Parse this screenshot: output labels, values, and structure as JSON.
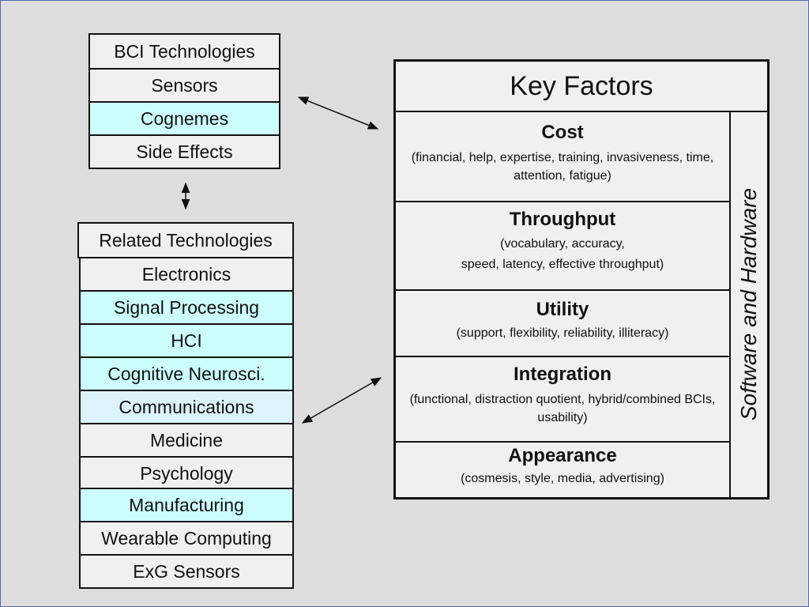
{
  "bci": {
    "header": "BCI Technologies",
    "items": [
      "Sensors",
      "Cognemes",
      "Side Effects"
    ]
  },
  "related": {
    "header": "Related Technologies",
    "items": [
      "Electronics",
      "Signal Processing",
      "HCI",
      "Cognitive Neurosci.",
      "Communications",
      "Medicine",
      "Psychology",
      "Manufacturing",
      "Wearable Computing",
      "ExG Sensors"
    ]
  },
  "key_factors": {
    "title": "Key Factors",
    "side_label": "Software and Hardware",
    "rows": [
      {
        "heading": "Cost",
        "desc1": "(financial, help, expertise, training, invasiveness, time, attention, fatigue)",
        "desc2": ""
      },
      {
        "heading": "Throughput",
        "desc1": "(vocabulary, accuracy,",
        "desc2": "speed, latency, effective throughput)"
      },
      {
        "heading": "Utility",
        "desc1": "(support, flexibility, reliability, illiteracy)",
        "desc2": ""
      },
      {
        "heading": "Integration",
        "desc1": "(functional, distraction quotient, hybrid/combined BCIs, usability)",
        "desc2": ""
      },
      {
        "heading": "Appearance",
        "desc1": "(cosmesis, style, media, advertising)",
        "desc2": ""
      }
    ]
  },
  "colors": {
    "background": "#dddddd",
    "highlight_cyan": "#cdfefe",
    "highlight_light_blue": "#dcf3fb"
  }
}
